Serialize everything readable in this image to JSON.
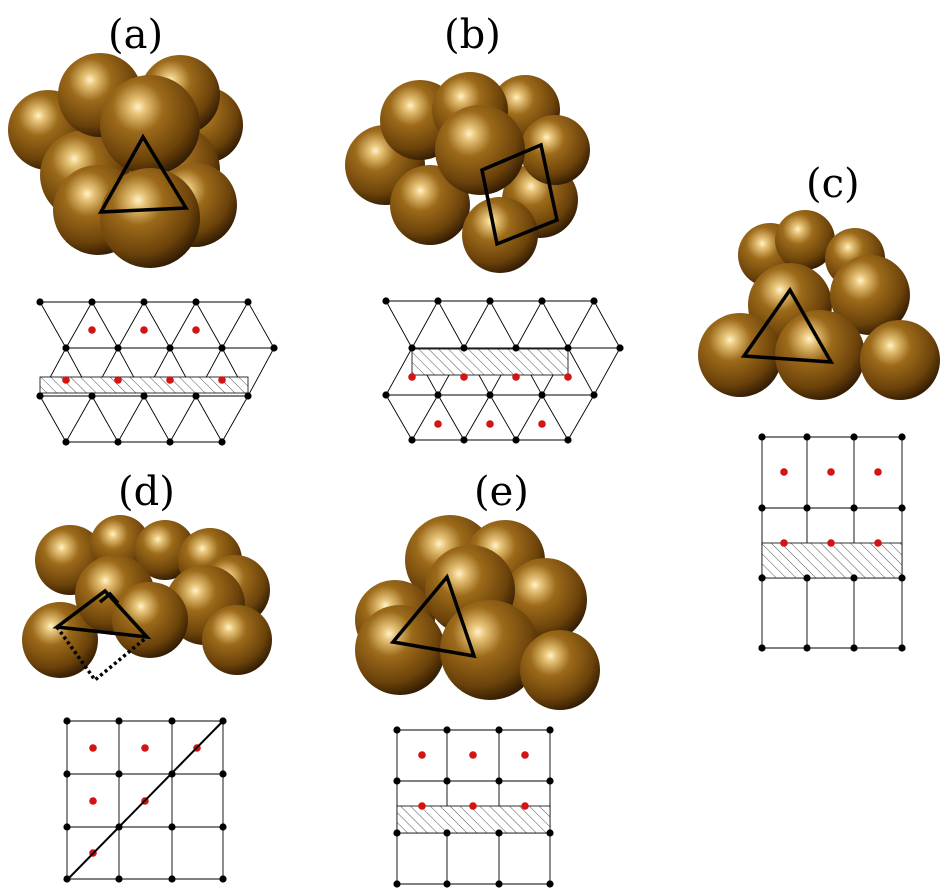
{
  "panels": [
    {
      "id": "a",
      "label": "(a)",
      "lattice": "triangular",
      "motif": "triangle"
    },
    {
      "id": "b",
      "label": "(b)",
      "lattice": "triangular",
      "motif": "square"
    },
    {
      "id": "c",
      "label": "(c)",
      "lattice": "square",
      "motif": "triangle"
    },
    {
      "id": "d",
      "label": "(d)",
      "lattice": "square-diagonal",
      "motif": "square-dotted"
    },
    {
      "id": "e",
      "label": "(e)",
      "lattice": "square",
      "motif": "triangle"
    }
  ],
  "colors": {
    "sphere": "#8a5a12",
    "sphere_highlight": "#fff2c8",
    "sphere_shadow": "#2a1602",
    "lattice_node": "#000000",
    "adsorption_site": "#d41414",
    "lines": "#000000"
  }
}
